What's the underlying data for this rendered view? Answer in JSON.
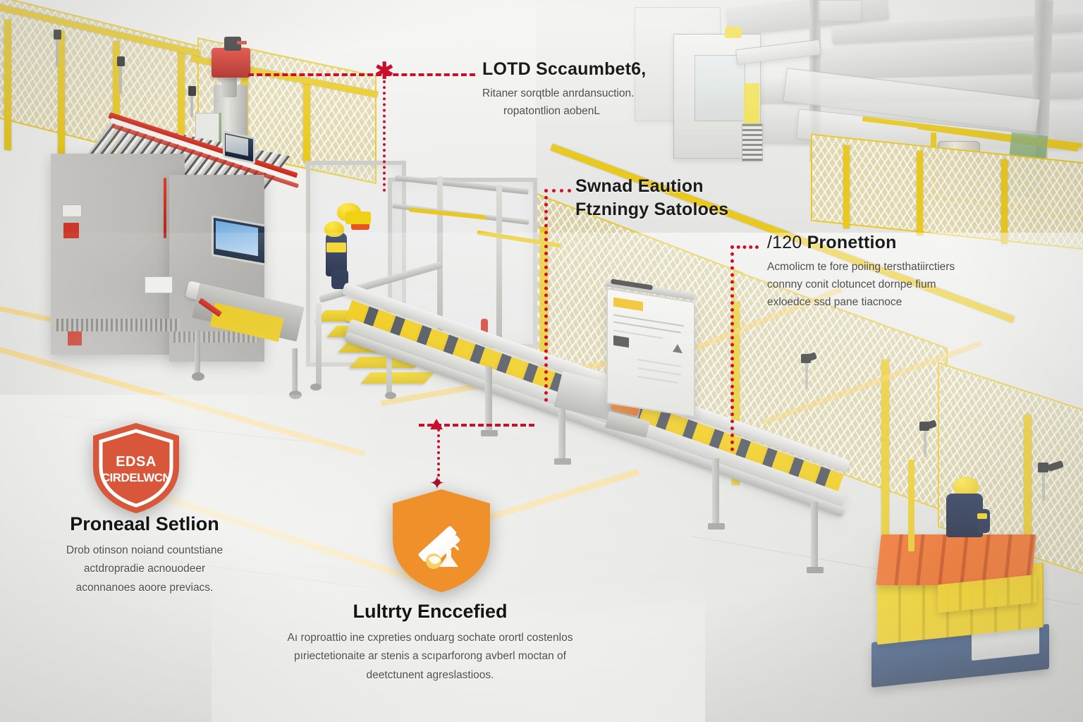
{
  "scene": {
    "title": "industrial-packaging-line-safety-infographic",
    "colors": {
      "accent_red": "#c8102e",
      "accent_orange": "#f0902a",
      "shield_red": "#d8563a",
      "safety_yellow": "#e9c91f",
      "floor": "#e6e6e3"
    }
  },
  "callouts": [
    {
      "id": "callout-1",
      "title": "LOTD Sccaumbet6,",
      "lines": [
        "Ritaner sorqtble anrdansuction.",
        "ropatontlion aobenL"
      ],
      "marker": "asterisk"
    },
    {
      "id": "callout-2",
      "title_line_1": "Swnad Eaution",
      "title_line_2": "Ftzningy Satoloes",
      "marker": "dotted-elbow"
    },
    {
      "id": "callout-3",
      "number": "/120",
      "title": "Pronettion",
      "lines": [
        "Acmolicm te fore poiing tersthatiirctiers",
        "connny conit clotuncet dornpe fium",
        "exloedce ssd pane tiacnoce"
      ],
      "marker": "dotted-elbow"
    }
  ],
  "badges": [
    {
      "id": "badge-edsa",
      "shape": "shield",
      "color": "#d8563a",
      "label_line_1": "EDSA",
      "label_line_2": "CIRDELWCN",
      "heading": "Proneaal Setlion",
      "body": [
        "Drob otinson noiand  countstiane",
        "actdropradie acnouodeer",
        "aconnanoes  aoore previacs."
      ]
    },
    {
      "id": "badge-quality",
      "shape": "shield",
      "color": "#f0902a",
      "icon": "double-stripe-flask-icon",
      "heading": "Lultrty Enccefied",
      "body": [
        "Aı roproattio ine cxpreties onduarg sochate orortl costenlos",
        "pıriectetionaite ar stenis a scıparforong avberl moctan of",
        "deetctunent agreslastioos."
      ]
    }
  ],
  "photo_elements": {
    "fence": "yellow-mesh-safety-fence",
    "control_cabinet": "grey-control-cabinet",
    "stack_light": "red-stack-light-tower",
    "conveyor": "yellow-black-slat-conveyor",
    "stairs": "yellow-access-stairs",
    "placard": "safety-warning-placard",
    "pallet": "blue-pallet-with-yellow-crates",
    "worker_near_pallet": "worker-yellow-helmet",
    "worker_on_platform": "worker-blue-uniform"
  }
}
